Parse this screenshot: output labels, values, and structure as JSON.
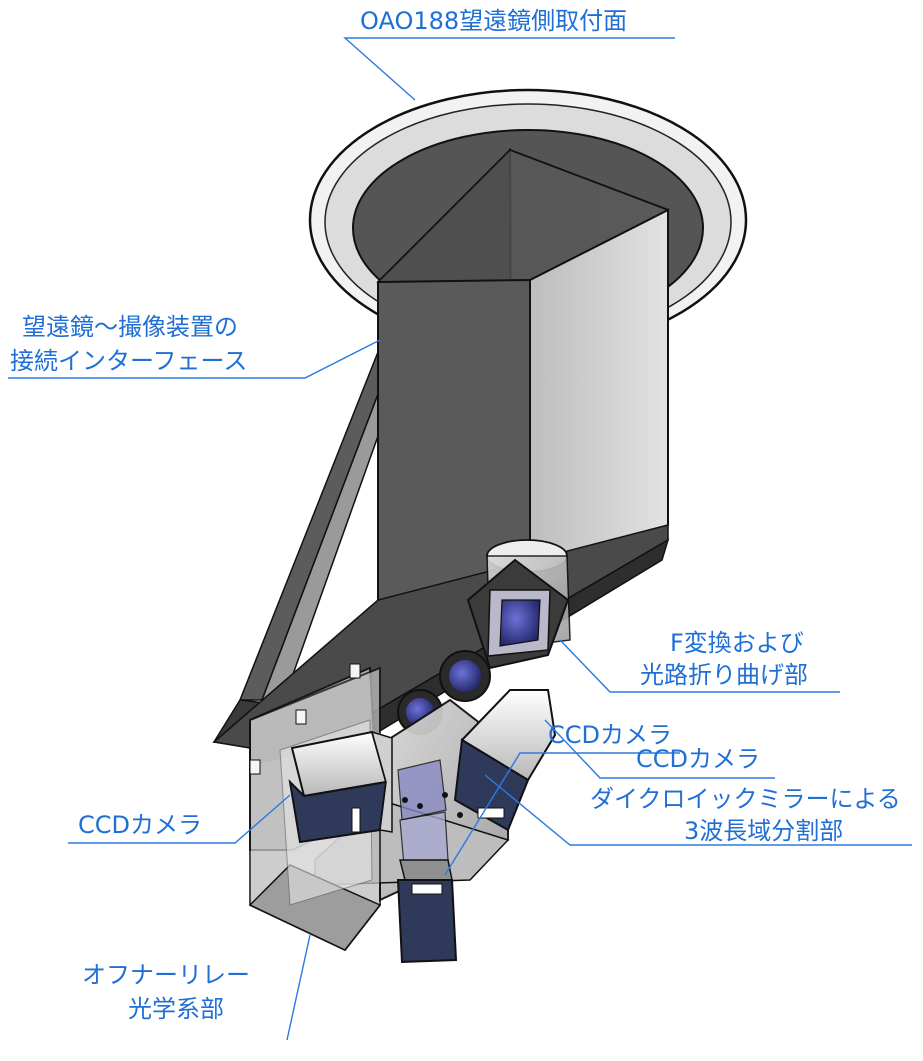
{
  "labels": {
    "top_mount": "OAO188望遠鏡側取付面",
    "interface_line1": "望遠鏡〜撮像装置の",
    "interface_line2": "接続インターフェース",
    "fconv_line1": "F変換および",
    "fconv_line2": "光路折り曲げ部",
    "ccd_camera_right": "CCDカメラ",
    "dichroic_line1": "ダイクロイックミラーによる",
    "dichroic_line2": "3波長域分割部",
    "ccd_camera_left": "CCDカメラ",
    "ccd_camera_bottom": "CCDカメラ",
    "offner_line1": "オフナーリレー",
    "offner_line2": "光学系部"
  },
  "colors": {
    "leader": "#2b7be0",
    "text": "#1f6fd6",
    "housing_dark": "#3e3e3e",
    "housing_light": "#d4d4d4",
    "lens_blue": "#3a3f9a",
    "flange": "#f0f0f0"
  }
}
